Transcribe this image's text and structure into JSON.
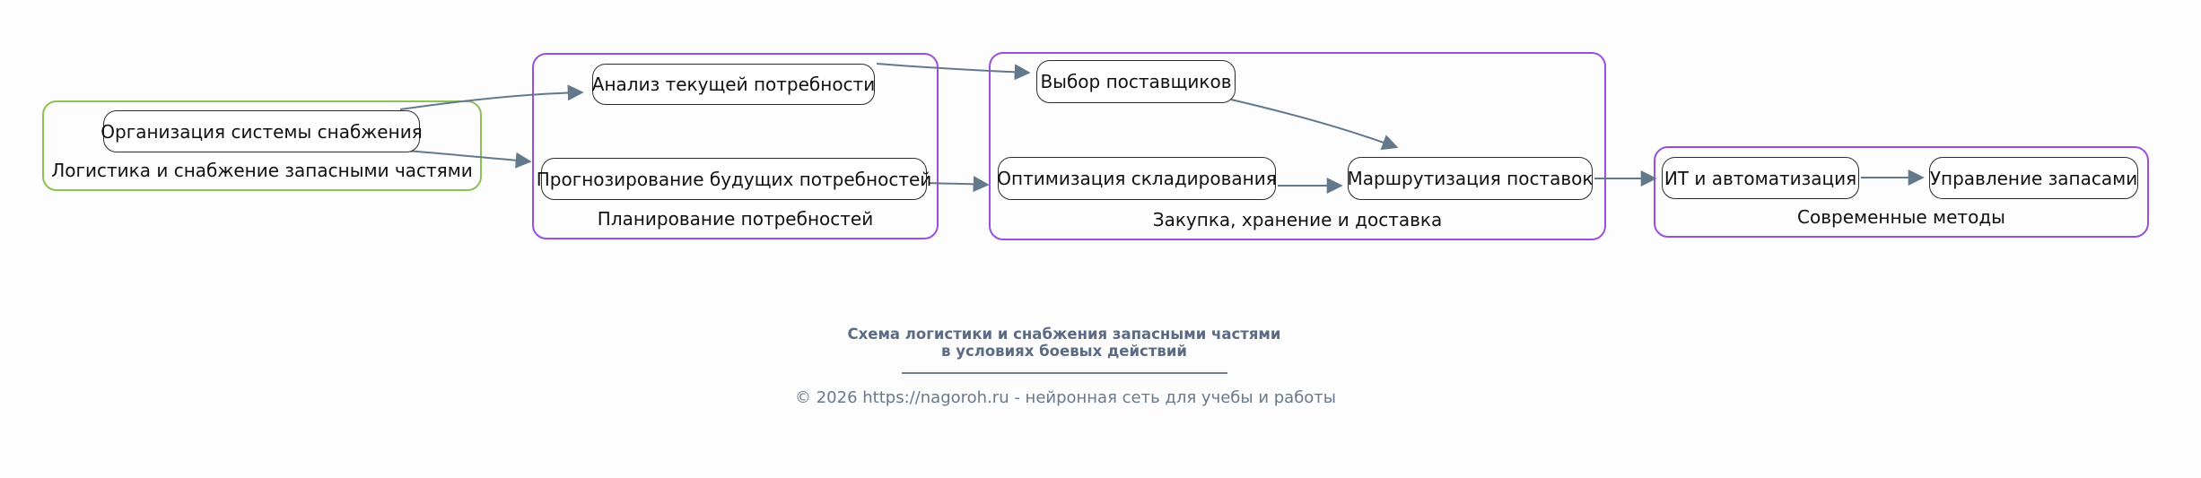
{
  "colors": {
    "group-green": "#8cc153",
    "group-purple": "#9b50dd",
    "node-border": "#2b2b2b",
    "node-fill": "#ffffff",
    "edge": "#64788c",
    "label": "#111111",
    "footer-title": "#5a6b83",
    "footer-muted": "#68798c",
    "background": "#fdfdfd"
  },
  "diagram": {
    "groups": [
      {
        "label": "Логистика и снабжение запасными частями",
        "nodes": [
          "Организация системы снабжения"
        ]
      },
      {
        "label": "Планирование потребностей",
        "nodes": [
          "Анализ текущей потребности",
          "Прогнозирование будущих потребностей"
        ]
      },
      {
        "label": "Закупка, хранение и доставка",
        "nodes": [
          "Выбор поставщиков",
          "Оптимизация складирования",
          "Маршрутизация поставок"
        ]
      },
      {
        "label": "Современные методы",
        "nodes": [
          "ИТ и автоматизация",
          "Управление запасами"
        ]
      }
    ],
    "edges": [
      {
        "from": "Организация системы снабжения",
        "to": "Анализ текущей потребности"
      },
      {
        "from": "Организация системы снабжения",
        "to": "Прогнозирование будущих потребностей"
      },
      {
        "from": "Анализ текущей потребности",
        "to": "Выбор поставщиков"
      },
      {
        "from": "Прогнозирование будущих потребностей",
        "to": "Оптимизация складирования"
      },
      {
        "from": "Выбор поставщиков",
        "to": "Маршрутизация поставок"
      },
      {
        "from": "Оптимизация складирования",
        "to": "Маршрутизация поставок"
      },
      {
        "from": "Маршрутизация поставок",
        "to": "ИТ и автоматизация"
      },
      {
        "from": "ИТ и автоматизация",
        "to": "Управление запасами"
      }
    ]
  },
  "footer": {
    "title_line1": "Схема логистики и снабжения запасными частями",
    "title_line2": "в условиях боевых действий",
    "copyright": "© 2026 https://nagoroh.ru - нейронная сеть для учебы и работы"
  }
}
